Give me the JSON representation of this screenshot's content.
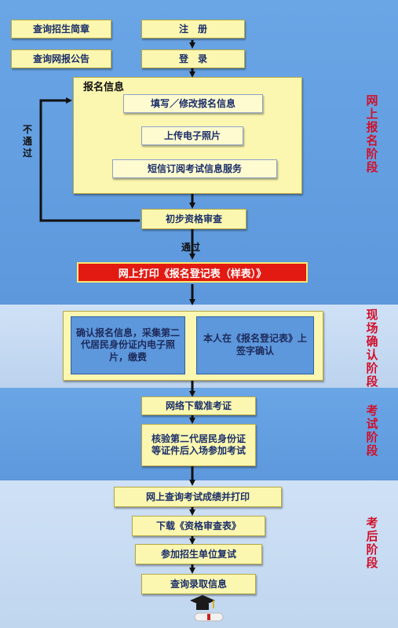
{
  "top_left_buttons": [
    "查询招生简章",
    "查询网报公告"
  ],
  "register": "注　册",
  "login": "登　录",
  "info_panel": {
    "title": "报名信息",
    "items": [
      "填写／修改报名信息",
      "上传电子照片",
      "短信订阅考试信息服务"
    ]
  },
  "loop_label": "不通过",
  "initial_review": "初步资格审查",
  "pass_label": "通过",
  "print_form": "网上打印《报名登记表（样表）》",
  "onsite": {
    "left": "确认报名信息，采集第二代居民身份证内电子照片，缴费",
    "right": "本人在《报名登记表》上签字确认"
  },
  "exam": {
    "download": "网络下载准考证",
    "verify": "核验第二代居民身份证等证件后入场参加考试"
  },
  "post": {
    "query_scores": "网上查询考试成绩并打印",
    "download_review": "下载《资格审查表》",
    "retest": "参加招生单位复试",
    "admission": "查询录取信息"
  },
  "stages": [
    "网上报名阶段",
    "现场确认阶段",
    "考试阶段",
    "考后阶段"
  ],
  "colors": {
    "stage_text": "#d1102a",
    "box_fill": "#fbf7b0",
    "highlight_fill": "#e21a12",
    "band_dark": "#6aa6e6",
    "band_light": "#cfe1f6"
  },
  "icons": [
    "graduation-cap-icon",
    "diploma-scroll-icon"
  ]
}
